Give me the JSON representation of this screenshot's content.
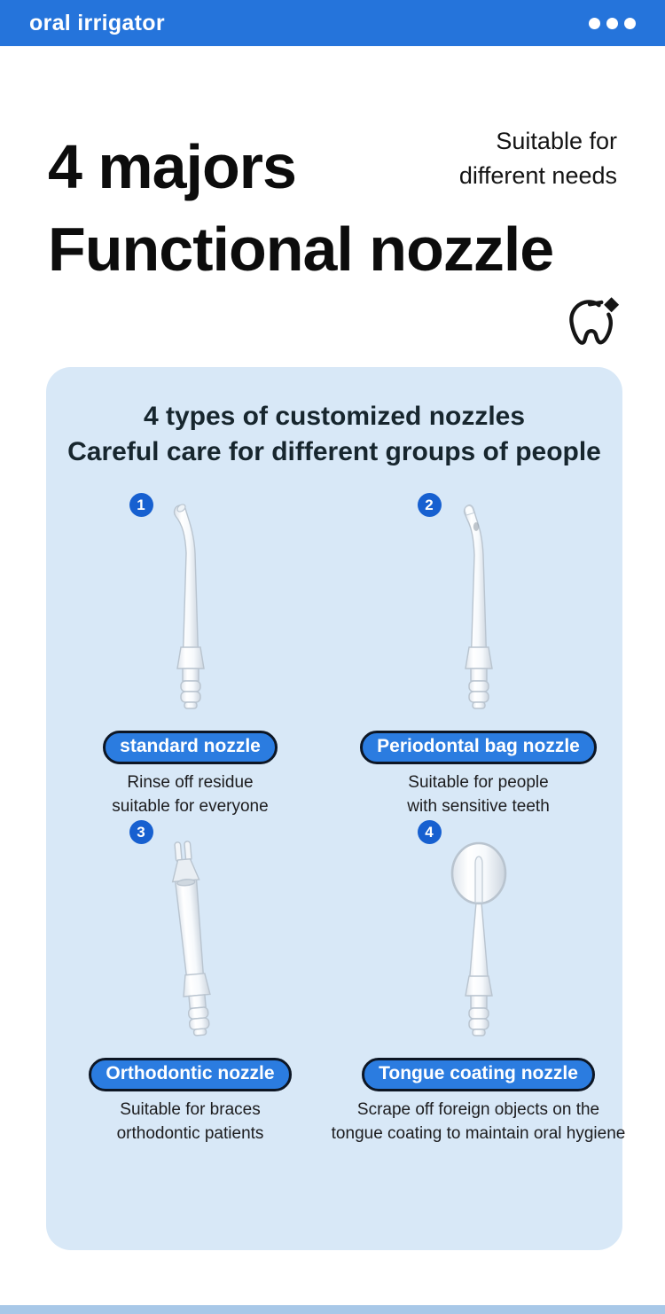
{
  "header": {
    "title": "oral irrigator",
    "menu_icon": "ellipsis-menu"
  },
  "hero": {
    "title_line1": "4 majors",
    "title_line2": "Functional nozzle",
    "tagline_line1": "Suitable for",
    "tagline_line2": "different needs",
    "icon": "tooth-sparkle-icon"
  },
  "card": {
    "heading_line1": "4 types of customized nozzles",
    "heading_line2": "Careful care for different groups of people",
    "items": [
      {
        "number": "1",
        "label": "standard nozzle",
        "desc_line1": "Rinse off residue",
        "desc_line2": "suitable for everyone",
        "nozzle_type": "standard-jet-nozzle"
      },
      {
        "number": "2",
        "label": "Periodontal bag nozzle",
        "desc_line1": "Suitable for people",
        "desc_line2": "with sensitive teeth",
        "nozzle_type": "periodontal-pocket-nozzle"
      },
      {
        "number": "3",
        "label": "Orthodontic nozzle",
        "desc_line1": "Suitable for braces",
        "desc_line2": "orthodontic patients",
        "nozzle_type": "orthodontic-brush-nozzle"
      },
      {
        "number": "4",
        "label": "Tongue coating nozzle",
        "desc_line1": "Scrape off foreign objects on the",
        "desc_line2": "tongue coating to maintain oral hygiene",
        "nozzle_type": "tongue-scraper-nozzle"
      }
    ]
  },
  "colors": {
    "header_bg": "#2574db",
    "card_bg": "#d8e8f7",
    "badge_bg": "#1760d0",
    "pill_bg": "#2b7ce0",
    "pill_border": "#0d1624",
    "bottom_strip": "#a8c8e8",
    "heading_text": "#0c0c0c"
  }
}
